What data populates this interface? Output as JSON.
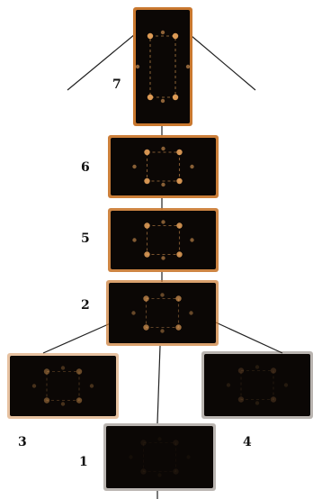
{
  "nodes": [
    {
      "id": "node-7",
      "label": "7",
      "brightness": 1.0
    },
    {
      "id": "node-6",
      "label": "6",
      "brightness": 0.95
    },
    {
      "id": "node-5",
      "label": "5",
      "brightness": 0.9
    },
    {
      "id": "node-2",
      "label": "2",
      "brightness": 0.7
    },
    {
      "id": "node-3",
      "label": "3",
      "brightness": 0.45
    },
    {
      "id": "node-4",
      "label": "4",
      "brightness": 0.2
    },
    {
      "id": "node-1",
      "label": "1",
      "brightness": 0.08
    }
  ],
  "colors": {
    "frame_bright": "#c9782f",
    "frame_dark": "#3a2a20",
    "tile_bg": "#0b0705",
    "line": "#222222",
    "glow": "#e8a25a"
  }
}
